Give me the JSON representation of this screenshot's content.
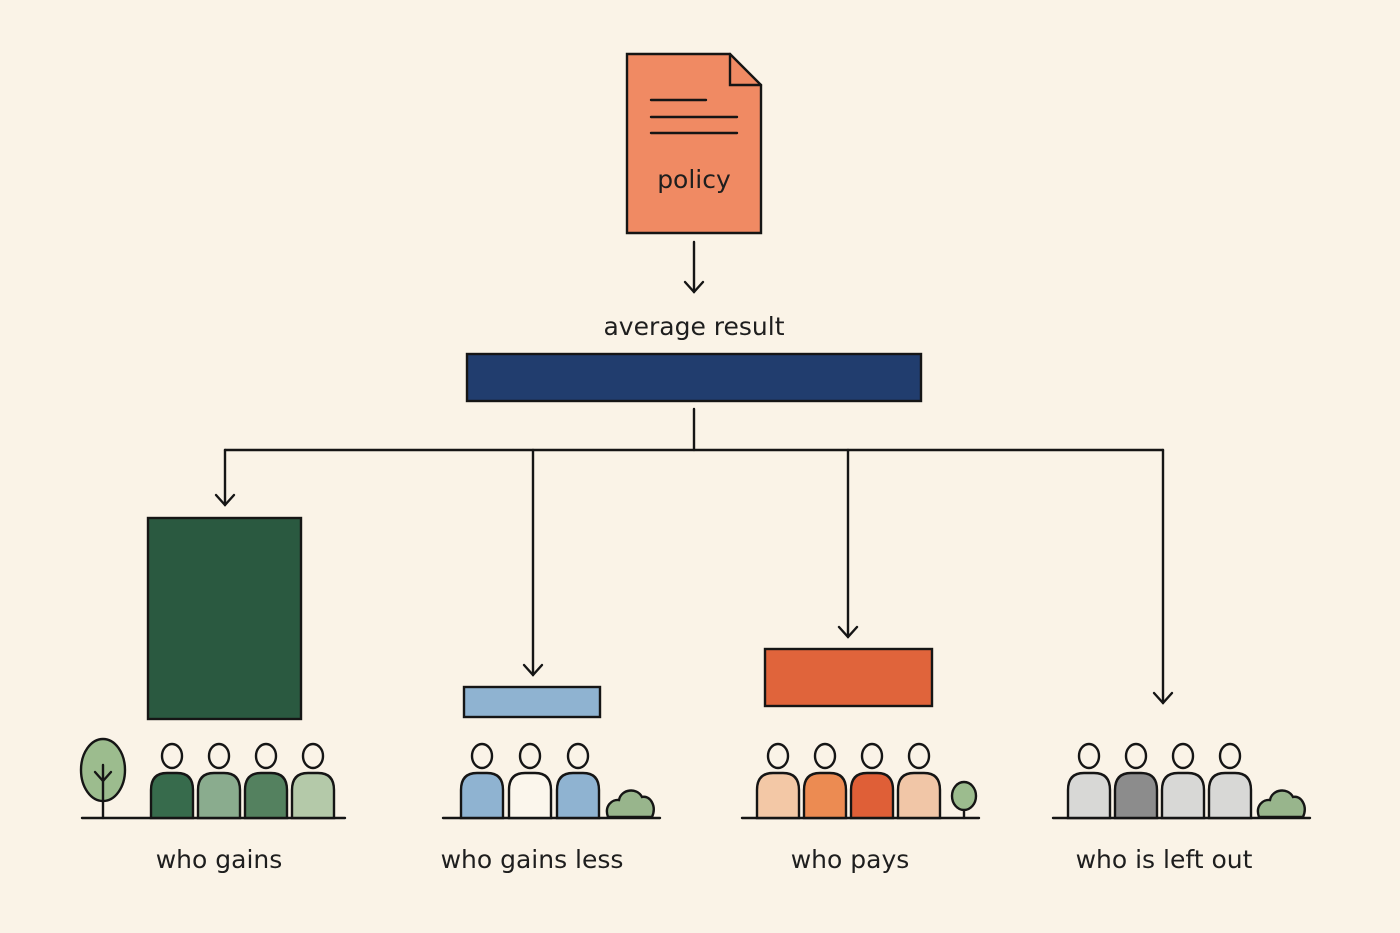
{
  "policy": {
    "label": "policy",
    "color": "#f08a63"
  },
  "average": {
    "label": "average result",
    "color": "#213d6e"
  },
  "groups": [
    {
      "label": "who gains",
      "bar_color": "#2a5940",
      "people_colors": [
        "#376b4c",
        "#8aac8e",
        "#54815f",
        "#b4c9a9"
      ],
      "plant": "tree-icon"
    },
    {
      "label": "who gains less",
      "bar_color": "#8fb3d1",
      "people_colors": [
        "#8fb3d1",
        "#fbf6ec",
        "#8fb3d1"
      ],
      "plant": "bush-icon"
    },
    {
      "label": "who pays",
      "bar_color": "#e0643b",
      "people_colors": [
        "#f3c8a6",
        "#ec8b52",
        "#df5f37",
        "#f1c6a7"
      ],
      "plant": "small-tree-icon"
    },
    {
      "label": "who is left out",
      "bar_color": "",
      "people_colors": [
        "#d8d8d6",
        "#8c8c8c",
        "#d8d8d6",
        "#d8d8d6"
      ],
      "plant": "bush-icon"
    }
  ]
}
